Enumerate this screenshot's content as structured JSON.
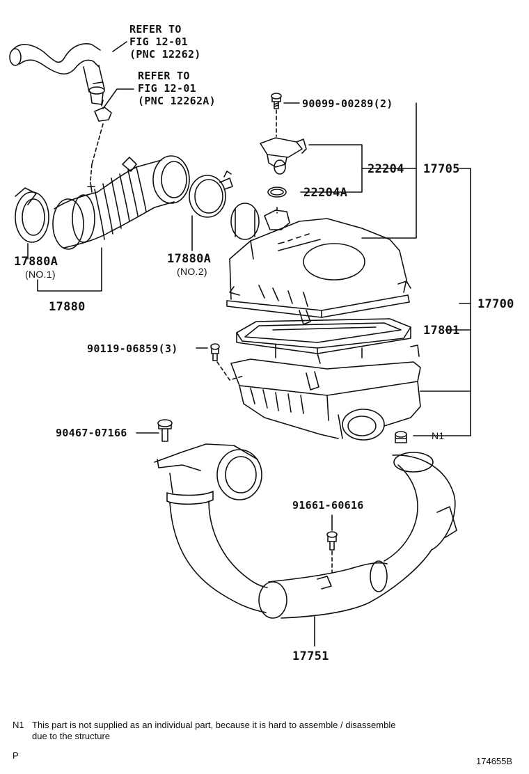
{
  "callouts": {
    "refer_1": {
      "line1": "REFER TO",
      "line2": "FIG 12-01",
      "line3": "(PNC 12262)"
    },
    "refer_2": {
      "line1": "REFER TO",
      "line2": "FIG 12-01",
      "line3": "(PNC 12262A)"
    },
    "screw_90099": "90099-00289(2)",
    "sensor_22204": "22204",
    "assy_17705": "17705",
    "ring_22204a": "22204A",
    "clamp_17880a_1": {
      "code": "17880A",
      "sub": "(NO.1)"
    },
    "clamp_17880a_2": {
      "code": "17880A",
      "sub": "(NO.2)"
    },
    "hose_17880": "17880",
    "cleaner_17700": "17700",
    "element_17801": "17801",
    "bolt_90119": "90119-06859(3)",
    "n1_marker": "N1",
    "bolt_90467": "90467-07166",
    "bolt_91661": "91661-60616",
    "inlet_17751": "17751"
  },
  "footnote": {
    "marker": "N1",
    "line1": "This part is not supplied as an individual part, because it is hard to assemble / disassemble",
    "line2": "due to the structure"
  },
  "footer": {
    "left": "P",
    "figure_id": "174655B"
  }
}
